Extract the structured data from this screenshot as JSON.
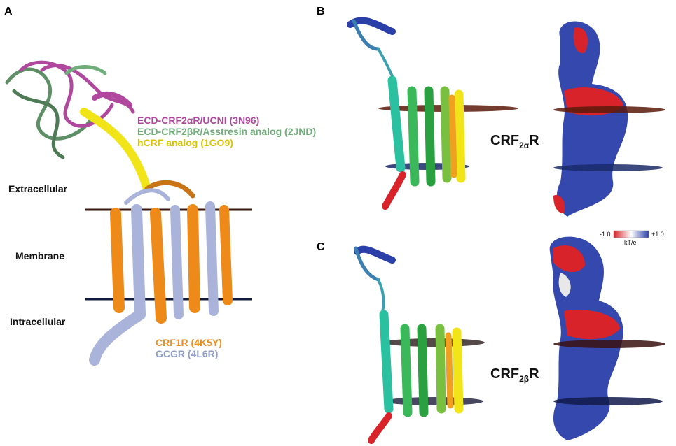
{
  "panels": {
    "a": "A",
    "b": "B",
    "c": "C"
  },
  "regions": {
    "extracellular": "Extracellular",
    "membrane": "Membrane",
    "intracellular": "Intracellular"
  },
  "legend_top": [
    {
      "text": "ECD-CRF2αR/UCNI (3N96)",
      "color": "#b0489e"
    },
    {
      "text": "ECD-CRF2βR/Asstresin analog (2JND)",
      "color": "#6fae7a"
    },
    {
      "text": "hCRF analog (1GO9)",
      "color": "#d9c400"
    }
  ],
  "legend_bottom": [
    {
      "text": "CRF1R (4K5Y)",
      "color": "#f08c1c"
    },
    {
      "text": "GCGR (4L6R)",
      "color": "#8f9ccc"
    }
  ],
  "labels": {
    "crf2a": {
      "main": "CRF",
      "sub": "2α",
      "tail": "R"
    },
    "crf2b": {
      "main": "CRF",
      "sub": "2β",
      "tail": "R"
    }
  },
  "scale": {
    "min": "-1.0",
    "max": "+1.0",
    "unit": "kT/e"
  },
  "colors": {
    "orange": "#ee8a1a",
    "periwinkle": "#aab3da",
    "magenta": "#b0489e",
    "green": "#5f8f66",
    "yellow": "#f1e418",
    "red": "#d8232a",
    "blue": "#2a3fa8",
    "white": "#f2f2f2",
    "membrane_top": "#7a2a1a",
    "membrane_bottom": "#1a2a6a"
  }
}
